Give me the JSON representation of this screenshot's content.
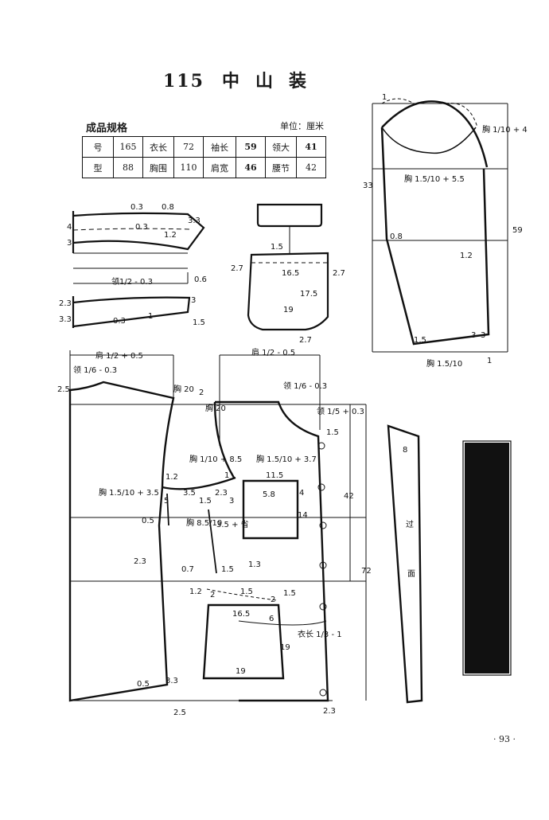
{
  "title": {
    "number": "115",
    "name": "中山装"
  },
  "spec": {
    "heading": "成品规格",
    "unit": "单位：厘米",
    "rows": [
      [
        "号",
        "165",
        "衣长",
        "72",
        "袖长",
        "59",
        "领大",
        "41"
      ],
      [
        "型",
        "88",
        "胸围",
        "110",
        "肩宽",
        "46",
        "腰节",
        "42"
      ]
    ]
  },
  "collar_labels": [
    "0.3",
    "0.8",
    "3.3",
    "4",
    "0.3",
    "1.2",
    "3",
    "0.6",
    "2.3",
    "3",
    "3.3",
    "0.3",
    "1",
    "1.5"
  ],
  "collar_formula": "领1/2 - 0.3",
  "pocket_labels": [
    "1.5",
    "16.5",
    "2.7",
    "2.7",
    "17.5",
    "19",
    "2.7"
  ],
  "sleeve_labels": [
    "1",
    "胸 1/10 + 4",
    "33",
    "胸 1.5/10 + 5.5",
    "59",
    "0.8",
    "1.2",
    "1.5",
    "3",
    "3",
    "胸 1.5/10",
    "1"
  ],
  "back_labels": [
    "肩 1/2 + 0.5",
    "领 1/6 - 0.3",
    "2.5",
    "胸 20",
    "2",
    "胸 1.5/10 + 3.5",
    "1.2",
    "5",
    "0.5",
    "2.3",
    "0.7",
    "0.5",
    "3.3",
    "2.5"
  ],
  "front_labels": [
    "肩 1/2 - 0.5",
    "领 1/6 - 0.3",
    "胸 20",
    "领 1/5 + 0.3",
    "1.5",
    "胸 1/10 + 8.5",
    "胸 1.5/10 + 3.7",
    "1",
    "11.5",
    "5.8",
    "4",
    "3.5",
    "1.5",
    "2.3",
    "3",
    "14",
    "42",
    "72",
    "胸 8.5/10",
    "3.5 + 省",
    "1.5",
    "1.3",
    "1.2",
    "2",
    "1.5",
    "2",
    "1.5",
    "16.5",
    "6",
    "19",
    "衣长 1/3 - 1",
    "19",
    "2.3"
  ],
  "facing_labels": [
    "8",
    "过",
    "面"
  ],
  "page_number": "· 93 ·"
}
